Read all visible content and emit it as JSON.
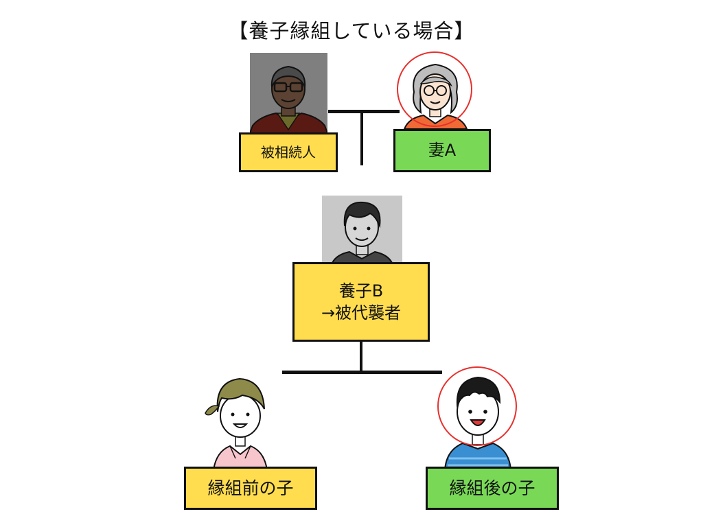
{
  "title": "【養子縁組している場合】",
  "deceased": {
    "label": "被相続人"
  },
  "wife": {
    "label": "妻A"
  },
  "adopted": {
    "line1": "養子B",
    "line2": "→被代襲者"
  },
  "child_before": {
    "label": "縁組前の子"
  },
  "child_after": {
    "label": "縁組後の子"
  },
  "colors": {
    "yellow_box": "#ffdd4f",
    "green_box": "#79d957",
    "highlight_circle": "#e6312e",
    "line": "#111111"
  }
}
